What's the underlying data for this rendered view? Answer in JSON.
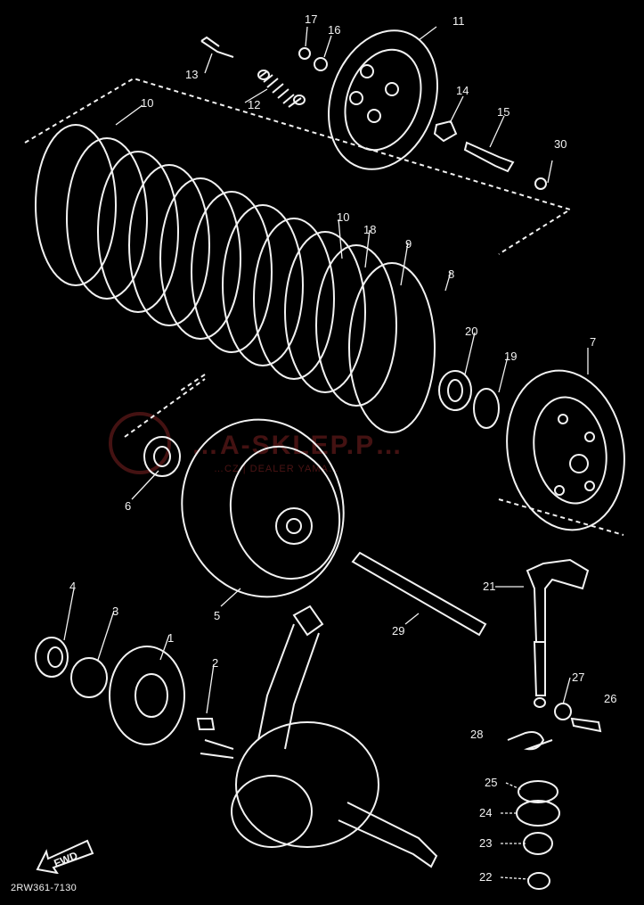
{
  "diagram": {
    "catalog_code": "2RW361-7130",
    "fwd_label": "FWD",
    "watermark": {
      "text": "…A-SKLEP.P…",
      "subtext": "…CZ | DEALER YAMA…"
    },
    "callouts": [
      "1",
      "2",
      "3",
      "4",
      "5",
      "6",
      "7",
      "8",
      "9",
      "10",
      "10",
      "11",
      "12",
      "13",
      "14",
      "15",
      "16",
      "17",
      "18",
      "19",
      "20",
      "21",
      "22",
      "23",
      "24",
      "25",
      "26",
      "27",
      "28",
      "29",
      "30"
    ]
  }
}
